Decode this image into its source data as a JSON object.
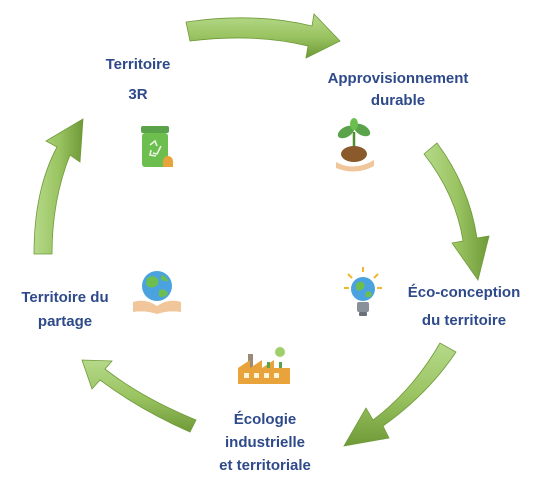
{
  "colors": {
    "arrow_fill": "#86b34a",
    "arrow_highlight": "#b5d98a",
    "label_text": "#2e4a8a"
  },
  "nodes": [
    {
      "id": "territoire-3r",
      "lines": [
        "Territoire",
        "3R"
      ],
      "icon": "recycling-bin-icon"
    },
    {
      "id": "approvisionnement-durable",
      "lines": [
        "Approvisionnement",
        "durable"
      ],
      "icon": "seedling-in-hand-icon"
    },
    {
      "id": "eco-conception",
      "lines": [
        "Éco-conception",
        "du territoire"
      ],
      "icon": "globe-lightbulb-icon"
    },
    {
      "id": "ecologie-industrielle",
      "lines": [
        "Écologie",
        "industrielle",
        "et territoriale"
      ],
      "icon": "factory-icon"
    },
    {
      "id": "territoire-partage",
      "lines": [
        "Territoire du",
        "partage"
      ],
      "icon": "globe-in-hands-icon"
    }
  ]
}
